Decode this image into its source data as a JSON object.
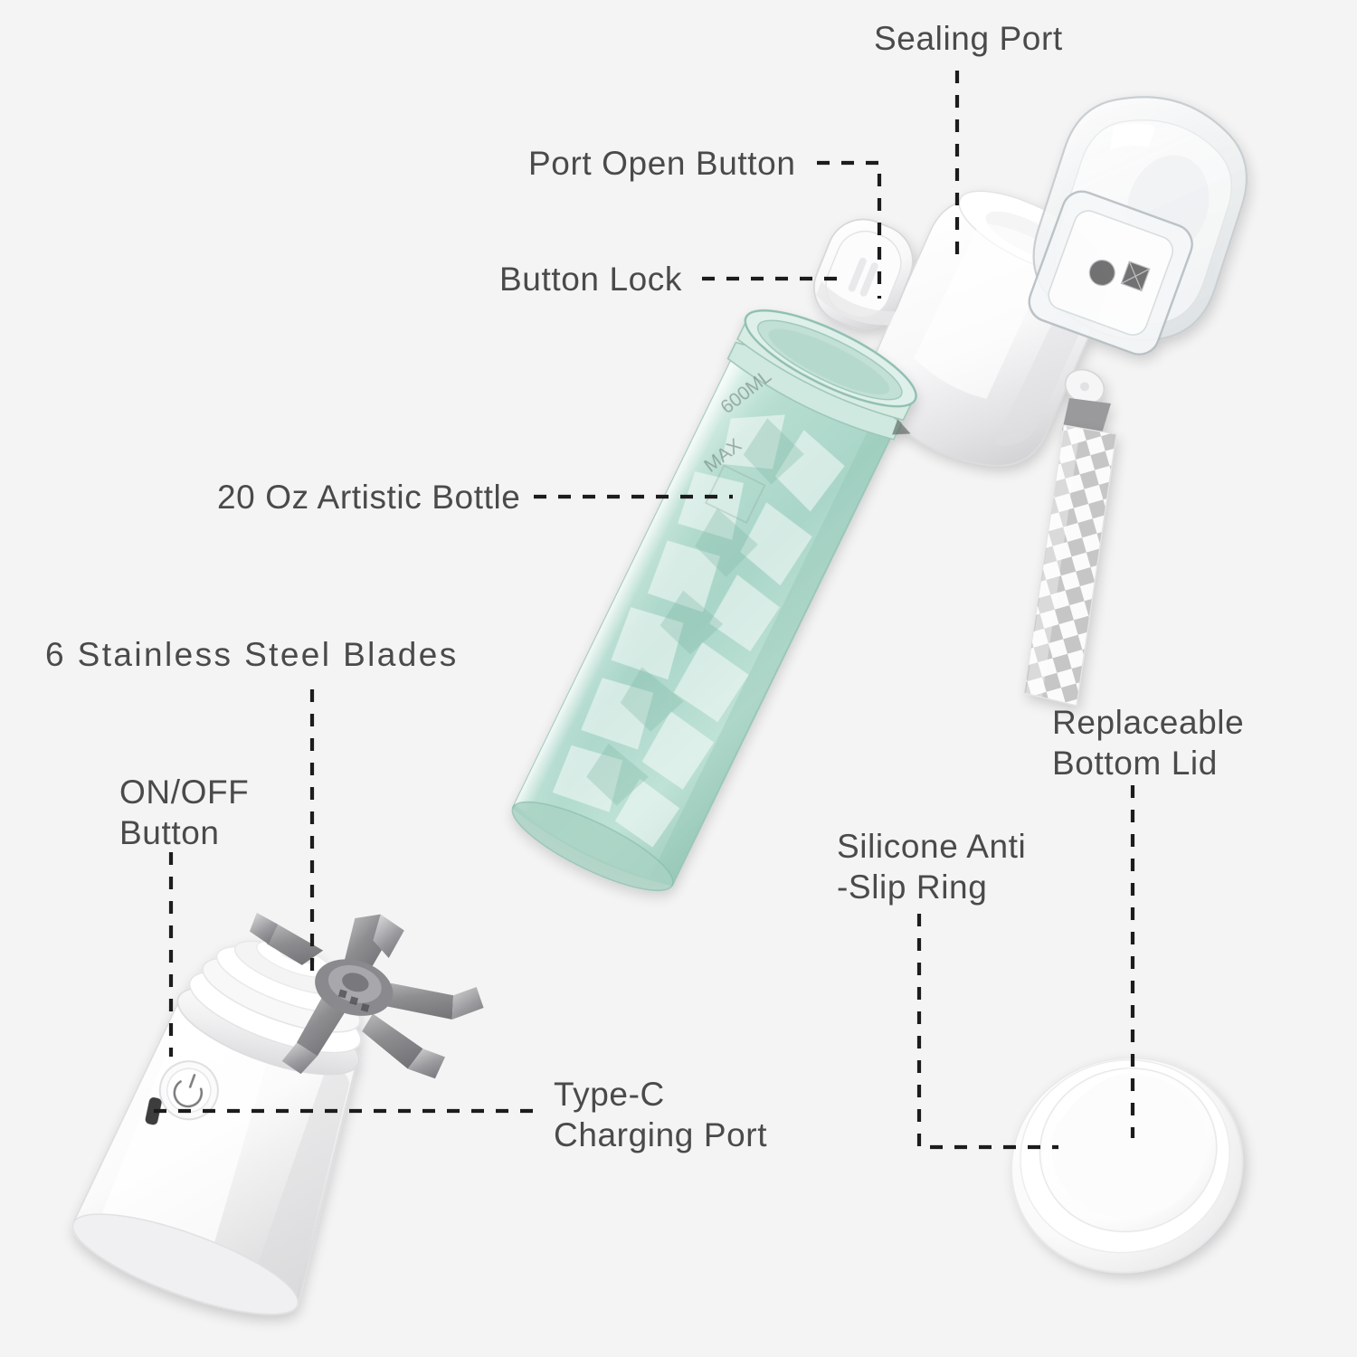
{
  "image": {
    "type": "product-exploded-diagram",
    "subject": "Portable personal blender bottle",
    "background_color": "#f4f4f4",
    "label_color": "#4a4a4a",
    "leader_line_color": "#1c1c1c",
    "bottle_color": "#b9ded2"
  },
  "callouts": [
    {
      "id": "sealing-port",
      "label": "Sealing Port"
    },
    {
      "id": "port-open-button",
      "label": "Port Open Button"
    },
    {
      "id": "button-lock",
      "label": "Button Lock"
    },
    {
      "id": "artistic-bottle",
      "label": "20 Oz Artistic Bottle"
    },
    {
      "id": "steel-blades",
      "label": "6 Stainless Steel Blades"
    },
    {
      "id": "onoff-button",
      "label": "ON/OFF\nButton"
    },
    {
      "id": "type-c-port",
      "label": "Type-C\nCharging Port"
    },
    {
      "id": "bottom-lid",
      "label": "Replaceable\nBottom Lid"
    },
    {
      "id": "antislip-ring",
      "label": "Silicone Anti\n-Slip Ring"
    }
  ],
  "bottle_markings": {
    "volume_max": "600ML",
    "max_label": "MAX"
  },
  "parts": {
    "lid_assembly": "white flip-top cap with clear transparent lid and side lock button",
    "wrist_strap": "checkerboard patterned hanging strap",
    "bottle": "mint green faceted crystal-texture 20 oz bottle",
    "motor_base": "white tapered motor base with power button and charging slot",
    "blades": "six angular stainless steel blades on central hub",
    "bottom_lid": "white circular replaceable bottom lid"
  }
}
